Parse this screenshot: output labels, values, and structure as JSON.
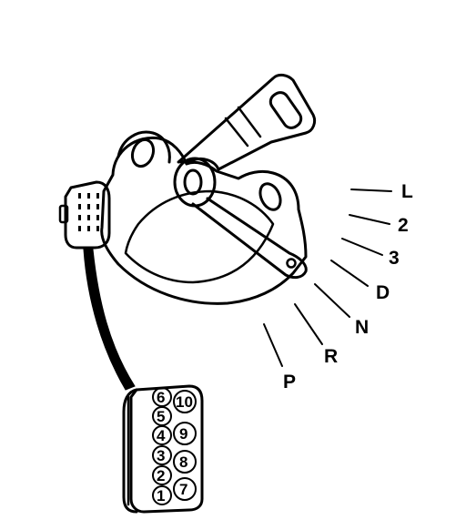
{
  "gear_positions": [
    {
      "label": "L"
    },
    {
      "label": "2"
    },
    {
      "label": "3"
    },
    {
      "label": "D"
    },
    {
      "label": "N"
    },
    {
      "label": "R"
    },
    {
      "label": "P"
    }
  ],
  "connector": {
    "pins_left": [
      "6",
      "5",
      "4",
      "3",
      "2",
      "1"
    ],
    "pins_right": [
      "10",
      "9",
      "8",
      "7"
    ]
  }
}
